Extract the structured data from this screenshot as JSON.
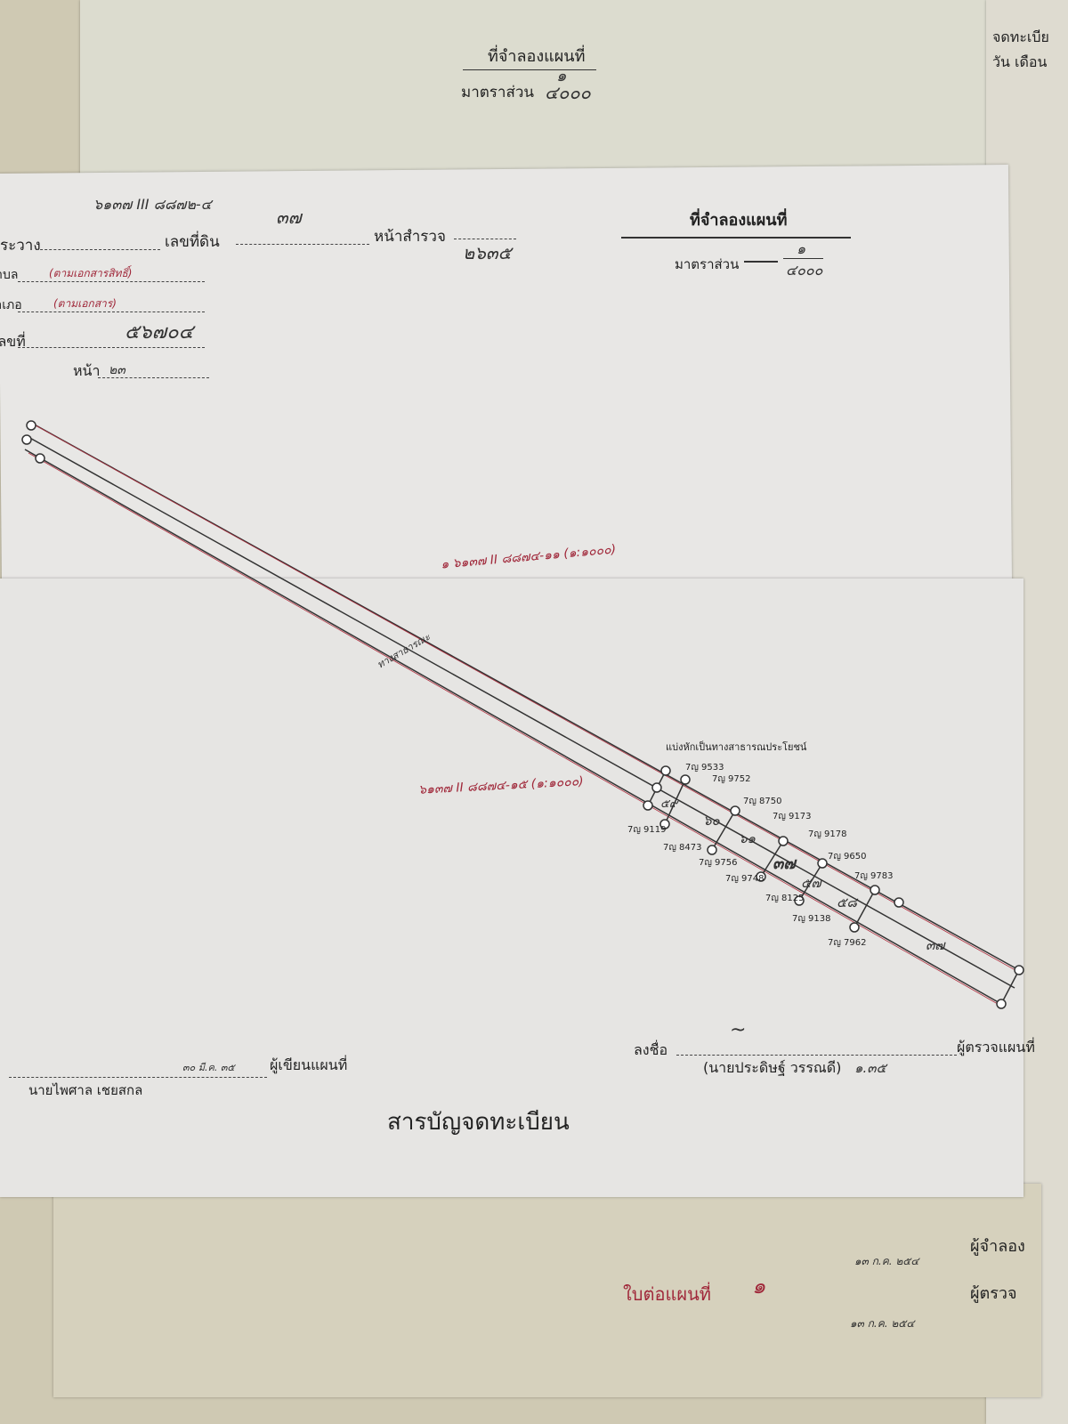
{
  "background_sheet": {
    "title": "ที่จำลองแผนที่",
    "scale_label": "มาตราส่วน",
    "scale_value": "๔๐๐๐",
    "scale_num": "๑"
  },
  "top_sheet": {
    "sheet_code": "๖๑๓๗ III ๘๘๗๒-๔",
    "between_label": "ระวาง",
    "land_no_label": "เลขที่ดิน",
    "land_no_value": "๓๗",
    "survey_page_label": "หน้าสำรวจ",
    "survey_page_value": "๒๖๓๕",
    "subdistrict_label": "ตำบล",
    "subdistrict_value": "(ตามเอกสารสิทธิ์)",
    "district_label": "อำเภอ",
    "district_value": "(ตามเอกสาร)",
    "number_label": "เลขที่",
    "number_value": "๕๖๗๐๔",
    "page_label": "หน้า",
    "page_value": "๒๓",
    "map_title": "ที่จำลองแผนที่",
    "scale_label": "มาตราส่วน",
    "scale_num": "๑",
    "scale_den": "๔๐๐๐",
    "grid_ref": "๑ ๖๑๓๗ II ๘๘๗๔-๑๑ (๑:๑๐๐๐)"
  },
  "lower_sheet": {
    "grid_ref": "๖๑๓๗ II ๘๘๗๔-๑๕ (๑:๑๐๐๐)",
    "strip_label": "ทางสาธารณะ",
    "note": "แบ่งหักเป็นทางสาธารณประโยชน์",
    "parcels": [
      "๕๙",
      "๖๐",
      "๖๑",
      "๓๗",
      "๕๗",
      "๕๘",
      "๓๗"
    ],
    "markers": [
      "7ญ 9533",
      "7ญ 9752",
      "7ญ 8750",
      "7ญ 9173",
      "7ญ 9178",
      "7ญ 9650",
      "7ญ 9783",
      "7ญ 9119",
      "7ญ 8473",
      "7ญ 9756",
      "7ญ 9748",
      "7ญ 8125",
      "7ญ 9138",
      "7ญ 7962"
    ],
    "drafter_label": "ผู้เขียนแผนที่",
    "drafter_name": "นายไพศาล เชยสกล",
    "drafter_date": "๓๐ มี.ค. ๓๕",
    "sign_label": "ลงชื่อ",
    "inspector_name": "(นายประดิษฐ์ วรรณดี)",
    "inspector_date": "๑.๓๕",
    "inspector_label": "ผู้ตรวจแผนที่",
    "footer_title": "สารบัญจดทะเบียน"
  },
  "bottom_sheet": {
    "continuation_label": "ใบต่อแผนที่",
    "continuation_value": "๑",
    "copier_label": "ผู้จำลอง",
    "copier_date": "๑๓ ก.ค. ๒๕๔",
    "checker_label": "ผู้ตรวจ",
    "checker_date": "๑๓ ก.ค. ๒๕๔"
  },
  "right_edge": {
    "line1": "จดทะเบีย",
    "line2": "วัน เดือน"
  }
}
